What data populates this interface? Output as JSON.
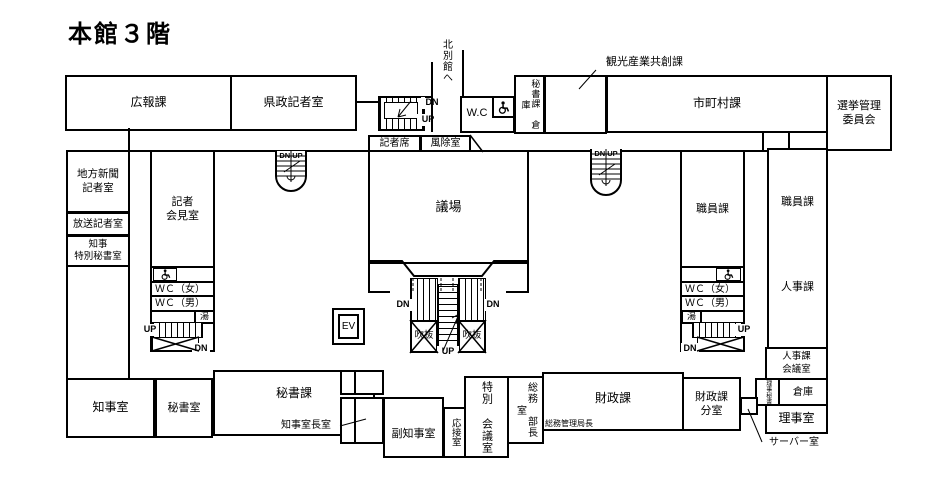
{
  "title": "本館３階",
  "colors": {
    "wall": "#000000",
    "background": "#ffffff"
  },
  "rooms": {
    "kouhouka": "広報課",
    "kensei_kishashitsu": "県政記者室",
    "kita_bekkan": "北別館へ",
    "wc_top": "W.C",
    "hishoka_souko": "秘書課\n倉庫",
    "kankou_sangyou": "観光産業共創課",
    "shichousonka": "市町村課",
    "senkyo_kanri": "選挙管理\n委員会",
    "chihou_shinbun": "地方新聞\n記者室",
    "housou_kisha": "放送記者室",
    "chiji_tokubetsu_hisho": "知事\n特別秘書室",
    "kisha_kaiken": "記者\n会見室",
    "kishaseki": "記者席",
    "fuujoshitsu": "風除室",
    "gijou": "議場",
    "wc_f": "ＷＣ（女）",
    "wc_m": "ＷＣ（男）",
    "yu": "湯",
    "shokuinka": "職員課",
    "jinjika": "人事課",
    "jinjika_kaigishitsu": "人事課\n会議室",
    "souko": "倉庫",
    "riji_hisho": "理事秘書",
    "rijishitsu": "理事室",
    "server_shitsu": "サーバー室",
    "chijishitsu": "知事室",
    "hishoshitsu": "秘書室",
    "hishoka": "秘書課",
    "chijishitsuchou": "知事室長室",
    "fuku_chijishitsu": "副知事室",
    "ousetsushitsu": "応接室",
    "tokubetsu_kaigishitsu": "特別\n会議室",
    "soumu_buchoushitsu": "総務\n部長室",
    "zaiseika": "財政課",
    "soumu_kanri_kyokuchou": "総務管理局長",
    "zaiseika_bunshitsu": "財政課\n分室",
    "ev": "EV",
    "fukinuke": "吹抜",
    "dn": "DN",
    "up": "UP",
    "dnup": "DN.UP"
  }
}
